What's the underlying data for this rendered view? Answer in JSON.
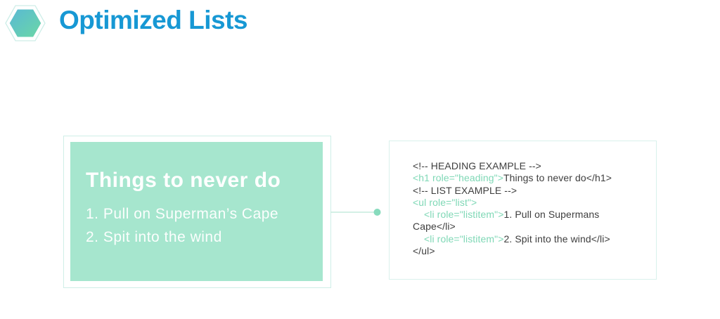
{
  "header": {
    "title": "Optimized Lists",
    "title_color": "#1798d4",
    "icon": "hexagon-icon",
    "icon_gradient": [
      "#58b8d6",
      "#6cd8a4"
    ]
  },
  "card": {
    "heading": "Things to never do",
    "items": [
      "1. Pull on Superman’s Cape",
      "2. Spit into the wind"
    ],
    "bg_color": "#a6e6ce",
    "border_color": "#cfeee7",
    "text_color": "#ffffff"
  },
  "connector": {
    "line_color": "#c6ecdd",
    "dot_color": "#87dbbd"
  },
  "code_panel": {
    "border_color": "#d9f1ec",
    "colors": {
      "dark": "#3e3e3e",
      "green": "#7fd8b6"
    },
    "lines": [
      {
        "indent": 0,
        "segments": [
          {
            "text": "<!-- HEADING EXAMPLE -->",
            "color": "dark"
          }
        ]
      },
      {
        "indent": 0,
        "segments": [
          {
            "text": "<h1 role=\"heading\">",
            "color": "green"
          },
          {
            "text": "Things to never do</h1>",
            "color": "dark"
          }
        ]
      },
      {
        "indent": 0,
        "segments": [
          {
            "text": "<!-- LIST EXAMPLE -->",
            "color": "dark"
          }
        ]
      },
      {
        "indent": 0,
        "segments": [
          {
            "text": "<ul role=\"list\">",
            "color": "green"
          }
        ]
      },
      {
        "indent": 1,
        "segments": [
          {
            "text": "<li role=\"listitem\">",
            "color": "green"
          },
          {
            "text": "1. Pull on Supermans",
            "color": "dark"
          }
        ]
      },
      {
        "indent": 0,
        "segments": [
          {
            "text": "Cape</li>",
            "color": "dark"
          }
        ]
      },
      {
        "indent": 1,
        "segments": [
          {
            "text": "<li role=\"listitem\">",
            "color": "green"
          },
          {
            "text": "2. Spit into the wind</li>",
            "color": "dark"
          }
        ]
      },
      {
        "indent": 0,
        "segments": [
          {
            "text": "</ul>",
            "color": "dark"
          }
        ]
      }
    ]
  }
}
